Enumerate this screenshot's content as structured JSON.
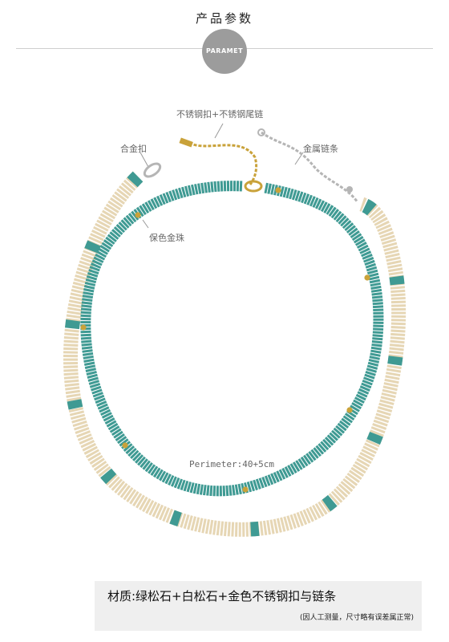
{
  "header": {
    "title": "产品参数",
    "badge": "PARAMET"
  },
  "labels": {
    "extender_clasp": "不锈钢扣+不锈钢尾链",
    "alloy_clasp": "合金扣",
    "metal_chain": "金属链条",
    "gold_bead": "保色金珠",
    "perimeter": "Perimeter:40+5cm"
  },
  "footer": {
    "material": "材质:绿松石+白松石+金色不锈钢扣与链条",
    "note": "(因人工测量，尺寸略有误差属正常)"
  },
  "colors": {
    "turquoise": "#3f9a93",
    "white_stone": "#e6d6b4",
    "gold": "#c9a23a",
    "silver": "#b5b5b5",
    "badge": "#9c9c9c"
  }
}
